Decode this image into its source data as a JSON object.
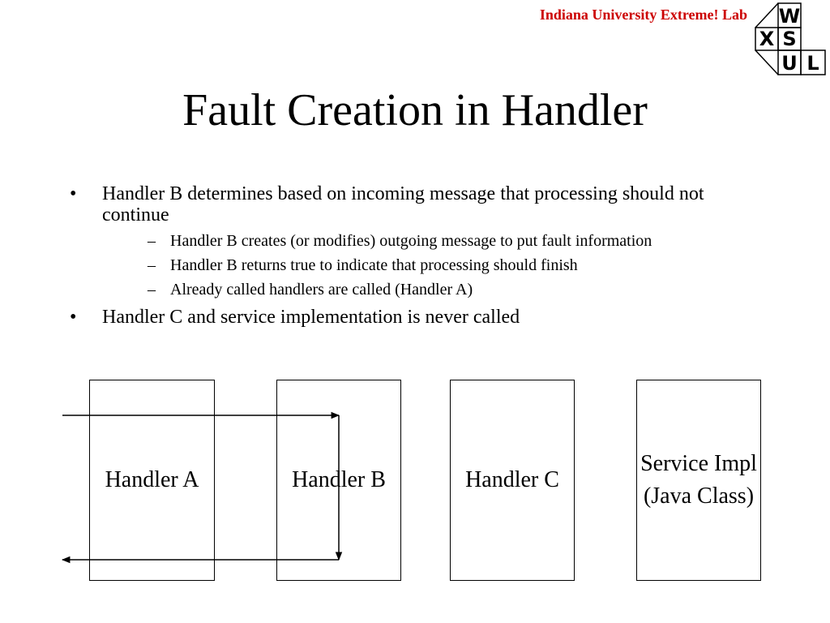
{
  "header": {
    "lab_name": "Indiana University Extreme! Lab",
    "lab_color": "#cc0000",
    "logo": {
      "letters": [
        "W",
        "X",
        "S",
        "U",
        "L"
      ]
    }
  },
  "slide": {
    "title": "Fault Creation in Handler",
    "bullets": [
      {
        "text": "Handler B determines based on incoming message that processing should not continue",
        "subbullets": [
          "Handler B creates (or modifies) outgoing message to put fault information",
          "Handler B returns true to indicate that processing should finish",
          "Already called handlers are called (Handler A)"
        ]
      },
      {
        "text": "Handler C and service implementation is never called"
      }
    ]
  },
  "diagram": {
    "handlers": [
      {
        "label": "Handler A"
      },
      {
        "label": "Handler B"
      },
      {
        "label": "Handler C"
      },
      {
        "label": "Service Impl (Java Class)"
      }
    ]
  }
}
